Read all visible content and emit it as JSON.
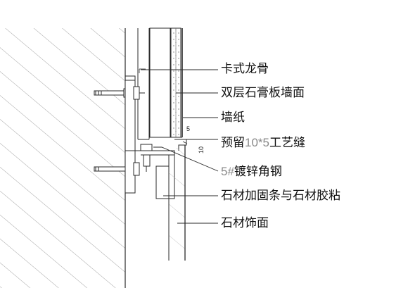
{
  "labels": {
    "keel": "卡式龙骨",
    "gypsum": "双层石膏板墙面",
    "wallpaper": "墙纸",
    "reserve_prefix": "预留",
    "reserve_num": "10*5",
    "reserve_suffix": "工艺缝",
    "angle_num": "5#",
    "angle_text": "镀锌角钢",
    "stone_fix": "石材加固条与石材胶粘",
    "stone_face": "石材饰面"
  },
  "dimensions": {
    "gap_width": "5",
    "gap_height": "10"
  },
  "colors": {
    "line": "#2a2a2a",
    "hatch": "#9a9a9a",
    "number_grey": "#8a8a8a"
  }
}
